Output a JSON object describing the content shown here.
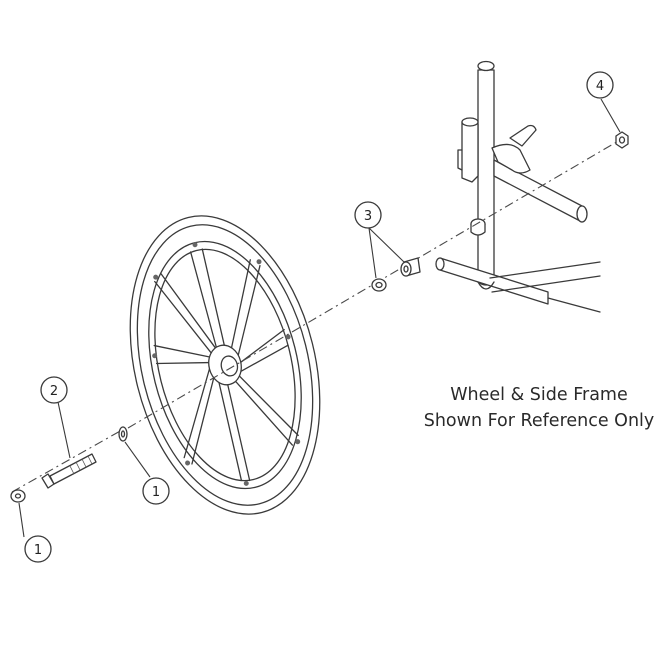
{
  "diagram": {
    "callouts": [
      {
        "id": "c2",
        "label": "2"
      },
      {
        "id": "c1a",
        "label": "1"
      },
      {
        "id": "c1b",
        "label": "1"
      },
      {
        "id": "c3",
        "label": "3"
      },
      {
        "id": "c4",
        "label": "4"
      }
    ],
    "note": {
      "line1": "Wheel & Side Frame",
      "line2": "Shown For Reference Only"
    }
  }
}
